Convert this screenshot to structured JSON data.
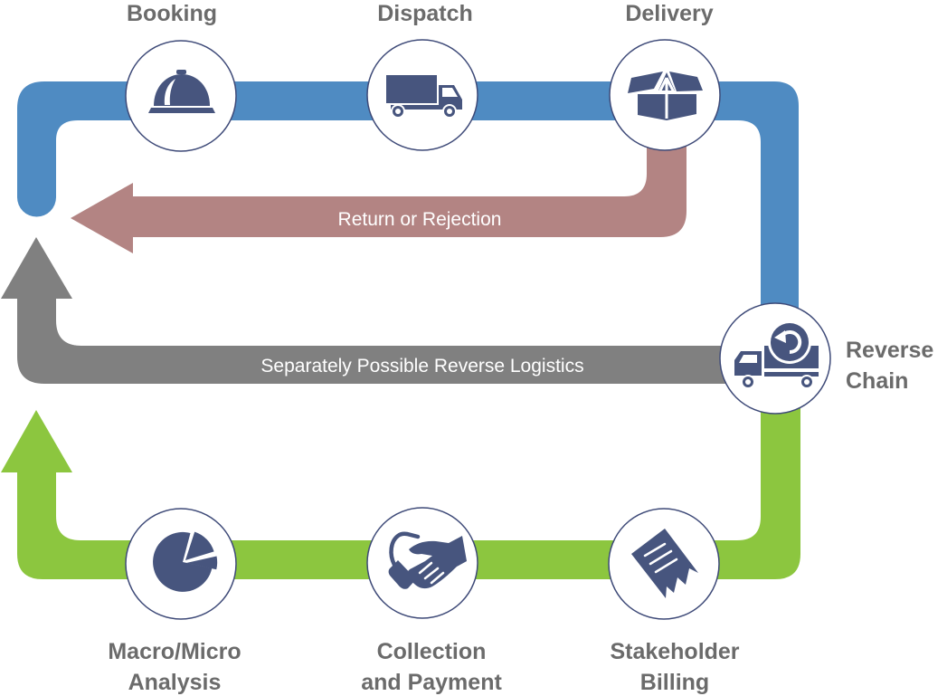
{
  "diagram": {
    "stages": {
      "booking": {
        "label": "Booking",
        "icon": "service-bell-icon"
      },
      "dispatch": {
        "label": "Dispatch",
        "icon": "truck-icon"
      },
      "delivery": {
        "label": "Delivery",
        "icon": "open-box-icon"
      },
      "reverse_chain": {
        "label_line1": "Reverse",
        "label_line2": "Chain",
        "icon": "reverse-truck-icon"
      },
      "stakeholder_billing": {
        "label_line1": "Stakeholder",
        "label_line2": "Billing",
        "icon": "receipt-icon"
      },
      "collection_payment": {
        "label_line1": "Collection",
        "label_line2": "and Payment",
        "icon": "handshake-icon"
      },
      "macro_micro_analysis": {
        "label_line1": "Macro/Micro",
        "label_line2": "Analysis",
        "icon": "pie-chart-icon"
      }
    },
    "flows": {
      "forward": {
        "color": "#4F8BC2"
      },
      "return_or_rejection": {
        "label": "Return or Rejection",
        "color": "#B38483"
      },
      "reverse_logistics": {
        "label": "Separately Possible Reverse Logistics",
        "color": "#808080"
      },
      "financial": {
        "color": "#8CC63F"
      }
    },
    "icon_color": "#47557E",
    "label_color": "#6B6B6B"
  }
}
